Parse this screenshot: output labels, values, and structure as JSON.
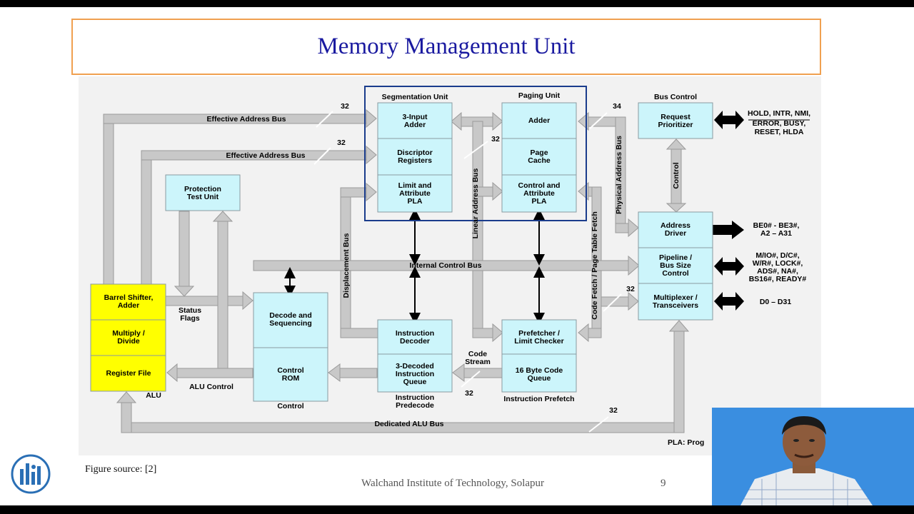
{
  "slide": {
    "title": "Memory Management Unit",
    "figure_source": "Figure source:  [2]",
    "institute": "Walchand Institute of Technology, Solapur",
    "page_number": "9"
  },
  "diagram": {
    "blocks": {
      "seg_unit_title": "Segmentation Unit",
      "paging_unit_title": "Paging Unit",
      "bus_control_title": "Bus Control",
      "seg_adder": [
        "3-Input",
        "Adder"
      ],
      "seg_desc": [
        "Discriptor",
        "Registers"
      ],
      "seg_pla": [
        "Limit and",
        "Attribute",
        "PLA"
      ],
      "pag_adder": [
        "Adder"
      ],
      "pag_cache": [
        "Page",
        "Cache"
      ],
      "pag_pla": [
        "Control and",
        "Attribute",
        "PLA"
      ],
      "req_prio": [
        "Request",
        "Prioritizer"
      ],
      "addr_driver": [
        "Address",
        "Driver"
      ],
      "pipeline": [
        "Pipeline /",
        "Bus Size",
        "Control"
      ],
      "mux": [
        "Multiplexer /",
        "Transceivers"
      ],
      "protection": [
        "Protection",
        "Test Unit"
      ],
      "barrel": [
        "Barrel Shifter,",
        "Adder"
      ],
      "multiply": [
        "Multiply /",
        "Divide"
      ],
      "regfile": [
        "Register File"
      ],
      "decode_seq": [
        "Decode and",
        "Sequencing"
      ],
      "control_rom": [
        "Control",
        "ROM"
      ],
      "instr_decoder": [
        "Instruction",
        "Decoder"
      ],
      "decoded_queue": [
        "3-Decoded",
        "Instruction",
        "Queue"
      ],
      "prefetcher": [
        "Prefetcher /",
        "Limit Checker"
      ],
      "code_queue": [
        "16 Byte Code",
        "Queue"
      ]
    },
    "labels": {
      "eff_bus_1": "Effective Address Bus",
      "eff_bus_2": "Effective Address Bus",
      "internal_bus": "Internal Control Bus",
      "dedicated_bus": "Dedicated ALU Bus",
      "linear_bus": "Linear Address Bus",
      "displacement_bus": "Displacement Bus",
      "physical_bus": "Physical Address Bus",
      "code_fetch": "Code Fetch / Page Table Fetch",
      "control_vert": "Control",
      "status_flags": [
        "Status",
        "Flags"
      ],
      "alu_control": "ALU Control",
      "alu": "ALU",
      "control": "Control",
      "instr_predecode": [
        "Instruction",
        "Predecode"
      ],
      "instr_prefetch": "Instruction Prefetch",
      "code_stream": [
        "Code",
        "Stream"
      ],
      "w32a": "32",
      "w32b": "32",
      "w32c": "32",
      "w32d": "32",
      "w32e": "32",
      "w32f": "32",
      "w34": "34",
      "pla_note": "PLA: Prog"
    },
    "signals": {
      "sig1": [
        "HOLD, INTR, NMI,",
        "ERROR, BUSY,",
        "RESET, HLDA"
      ],
      "sig2": [
        "BE0# - BE3#,",
        "A2 – A31"
      ],
      "sig3": [
        "M/IO#, D/C#,",
        "W/R#, LOCK#,",
        "ADS#, NA#,",
        "BS16#, READY#"
      ],
      "sig4": [
        "D0 – D31"
      ]
    }
  },
  "colors": {
    "title": "#1a1aa0",
    "block_fill": "#ccf5fb",
    "alu_fill": "#ffff00",
    "bus_fill": "#c8c8c8",
    "highlight_border": "#1a3c8c",
    "title_border": "#f0a050"
  }
}
